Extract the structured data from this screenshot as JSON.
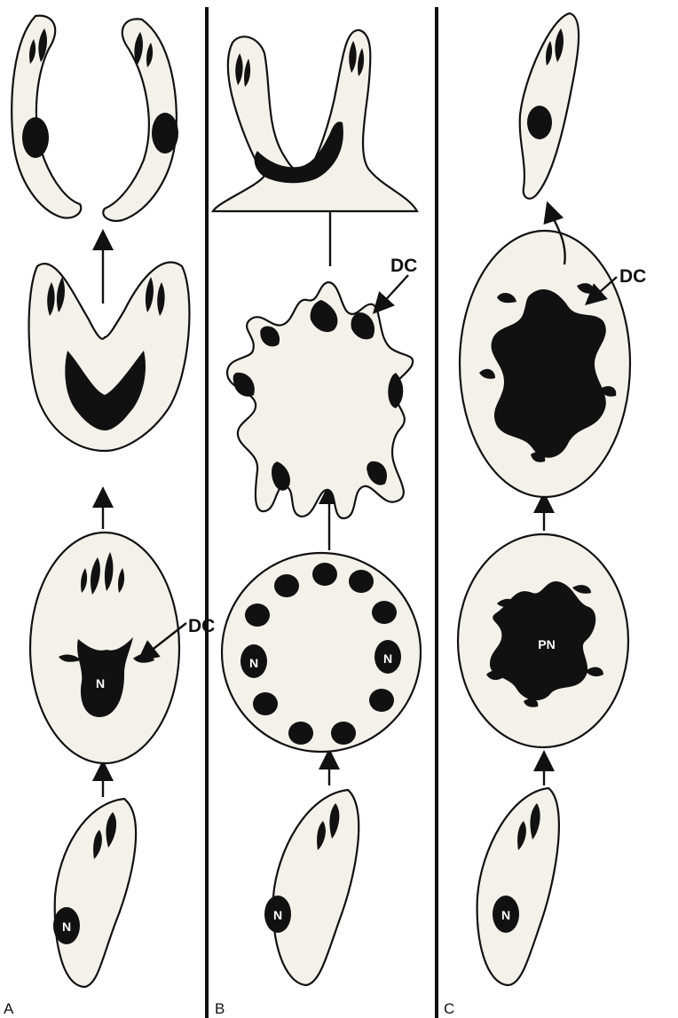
{
  "figure": {
    "panels": [
      {
        "letter": "A",
        "labels": {
          "dc": "DC",
          "nucleus": "N"
        }
      },
      {
        "letter": "B",
        "labels": {
          "dc": "DC",
          "nucleus_left": "N",
          "nucleus_right": "N",
          "nucleus_bottom": "N"
        }
      },
      {
        "letter": "C",
        "labels": {
          "dc": "DC",
          "polyploid_nucleus": "PN",
          "nucleus": "N"
        }
      }
    ]
  }
}
